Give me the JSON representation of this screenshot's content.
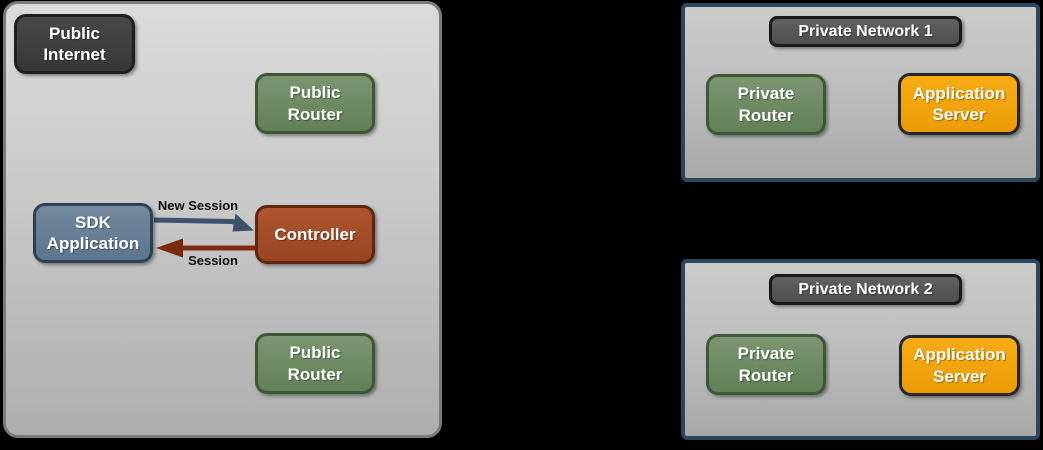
{
  "public_zone": {
    "name_label": "Public\nInternet",
    "router_top_label": "Public\nRouter",
    "sdk_application_label": "SDK\nApplication",
    "controller_label": "Controller",
    "router_bottom_label": "Public\nRouter",
    "arrows": [
      {
        "label": "New Session",
        "from": "SDK Application",
        "to": "Controller",
        "color": "#3a526b"
      },
      {
        "label": "Session",
        "from": "Controller",
        "to": "SDK Application",
        "color": "#7c2b10"
      }
    ]
  },
  "private_networks": [
    {
      "title": "Private Network 1",
      "router_label": "Private\nRouter",
      "server_label": "Application\nServer"
    },
    {
      "title": "Private Network 2",
      "router_label": "Private\nRouter",
      "server_label": "Application\nServer"
    }
  ],
  "colors": {
    "background": "#000000",
    "zone_fill_top": "#dbdbdb",
    "zone_fill_bottom": "#aeaeae",
    "zone_border": "#7b7b7b",
    "panel_border": "#2a4660",
    "node_dark_gray": "#3f3f3f",
    "node_green": "#6e8c66",
    "node_slate": "#68809a",
    "node_rust": "#a74e28",
    "node_orange": "#f3a30b",
    "title_gray": "#585858",
    "arrow_blue": "#3a526b",
    "arrow_red": "#7c2b10"
  }
}
